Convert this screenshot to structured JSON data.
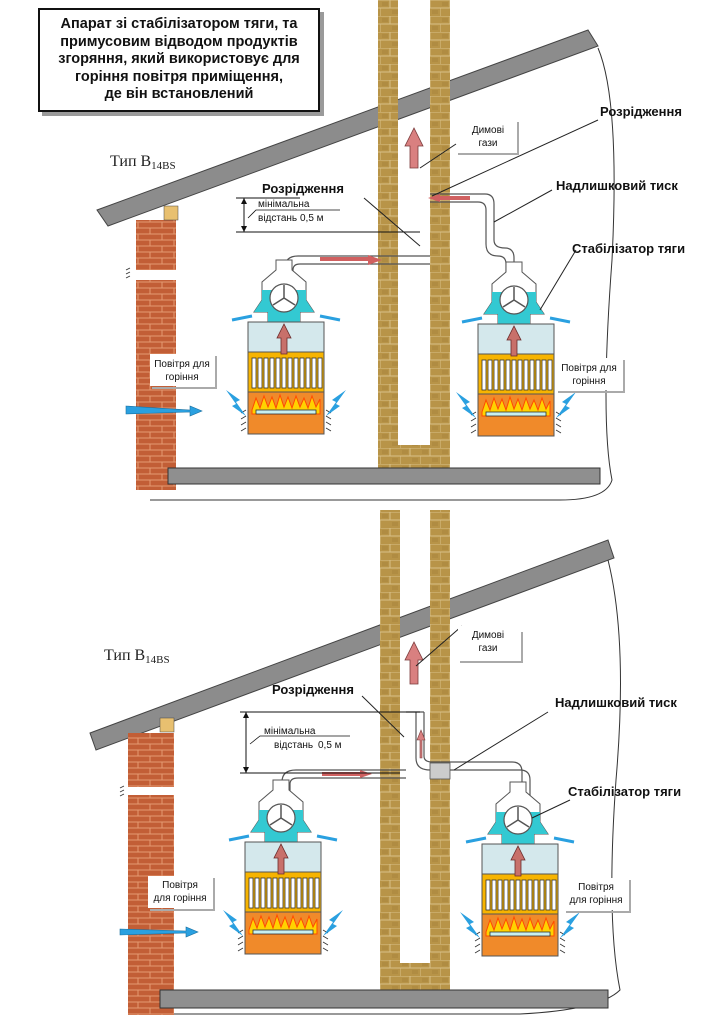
{
  "title_box": {
    "lines": [
      "Апарат зі стабілізатором тяги, та",
      "примусовим відводом продуктів",
      "згоряння, який використовує для",
      "горіння повітря приміщення,",
      "де він встановлений"
    ]
  },
  "diagrams": [
    {
      "type_label": "Тип B",
      "type_subscript": "14BS",
      "labels": {
        "flue_gases_line1": "Димові",
        "flue_gases_line2": "гази",
        "depression_center": "Розрідження",
        "depression_right": "Розрідження",
        "overpressure": "Надлишковий тиск",
        "draft_stabilizer": "Стабілізатор тяги",
        "min_distance_line1": "мінімальна",
        "min_distance_line2": "відстань",
        "min_distance_value": "0,5 м",
        "air_left_line1": "Повітря для",
        "air_left_line2": "горіння",
        "air_right_line1": "Повітря для",
        "air_right_line2": "горіння"
      }
    },
    {
      "type_label": "Тип B",
      "type_subscript": "14BS",
      "labels": {
        "flue_gases_line1": "Димові",
        "flue_gases_line2": "гази",
        "depression_center": "Розрідження",
        "overpressure": "Надлишковий тиск",
        "draft_stabilizer": "Стабілізатор тяги",
        "min_distance_line1": "мінімальна",
        "min_distance_line2": "відстань",
        "min_distance_value": "0,5 м",
        "air_left_line1": "Повітря",
        "air_left_line2": "для горіння",
        "air_right_line1": "Повітря",
        "air_right_line2": "для горіння"
      }
    }
  ],
  "colors": {
    "roof": "#8c8c8c",
    "brick": "#c0603a",
    "chimney": "#b8974a",
    "floor": "#8f8f8f",
    "flue_arrow": "#d98080",
    "air_arrow": "#2aa0e0",
    "hood": "#30c8d0",
    "chamber_top": "#d4e8ec",
    "exchanger": "#f7b400",
    "burner": "#f08a2a"
  }
}
